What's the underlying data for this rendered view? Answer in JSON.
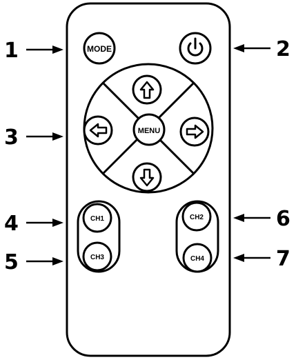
{
  "diagram": {
    "buttons": {
      "mode": "MODE",
      "menu": "MENU",
      "ch1": "CH1",
      "ch2": "CH2",
      "ch3": "CH3",
      "ch4": "CH4"
    },
    "callouts": {
      "n1": "1",
      "n2": "2",
      "n3": "3",
      "n4": "4",
      "n5": "5",
      "n6": "6",
      "n7": "7"
    },
    "icons": [
      "power-icon",
      "arrow-up-icon",
      "arrow-down-icon",
      "arrow-left-icon",
      "arrow-right-icon"
    ]
  }
}
